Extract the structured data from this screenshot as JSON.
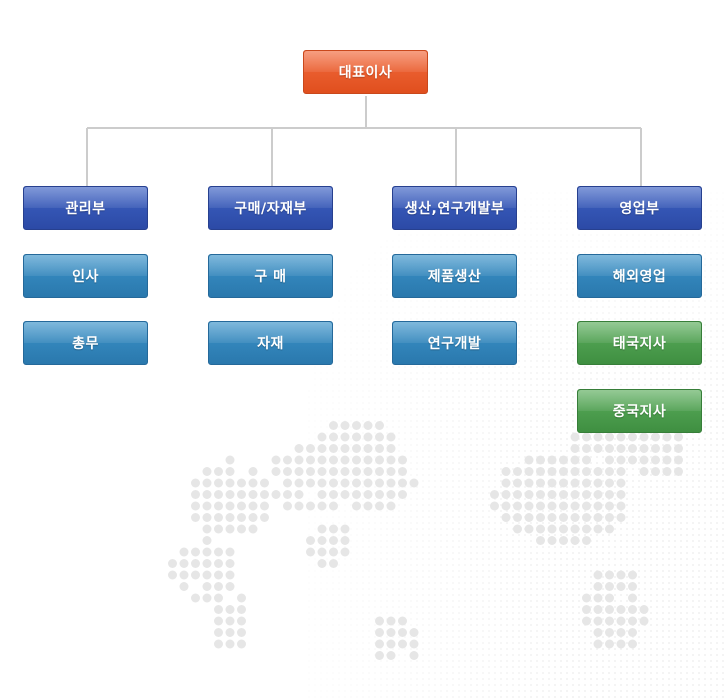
{
  "chart": {
    "ceo": "대표이사",
    "departments": [
      {
        "label": "관리부",
        "children": [
          {
            "label": "인사",
            "kind": "sub"
          },
          {
            "label": "총무",
            "kind": "sub"
          }
        ]
      },
      {
        "label": "구매/자재부",
        "children": [
          {
            "label": "구 매",
            "kind": "sub"
          },
          {
            "label": "자재",
            "kind": "sub"
          }
        ]
      },
      {
        "label": "생산,연구개발부",
        "children": [
          {
            "label": "제품생산",
            "kind": "sub"
          },
          {
            "label": "연구개발",
            "kind": "sub"
          }
        ]
      },
      {
        "label": "영업부",
        "children": [
          {
            "label": "해외영업",
            "kind": "sub"
          },
          {
            "label": "태국지사",
            "kind": "branch"
          },
          {
            "label": "중국지사",
            "kind": "branch"
          }
        ]
      }
    ]
  },
  "colors": {
    "ceo": "#e85a2a",
    "department": "#3353b3",
    "sub_unit": "#2f82b9",
    "branch": "#4a9d4b",
    "connector": "#cccccc",
    "map_dot": "#e6e6e6"
  }
}
